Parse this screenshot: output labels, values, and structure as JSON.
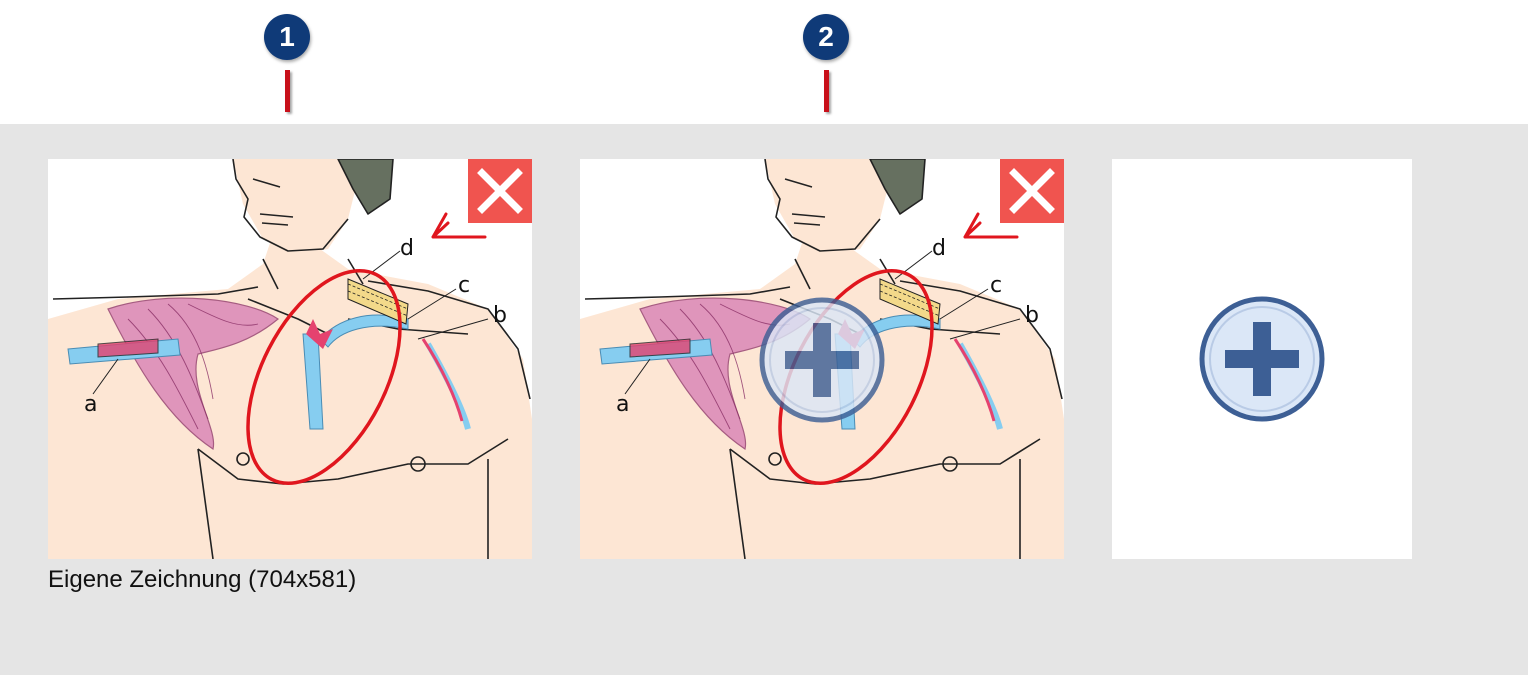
{
  "callouts": [
    {
      "number": "1"
    },
    {
      "number": "2"
    }
  ],
  "thumbnails": [
    {
      "icons": [
        "anatomy-drawing",
        "close-icon"
      ]
    },
    {
      "icons": [
        "anatomy-drawing",
        "close-icon",
        "plus-icon"
      ],
      "state": "hover"
    }
  ],
  "add_tile": {
    "icon": "plus-icon"
  },
  "drawing_labels": [
    "a",
    "b",
    "c",
    "d"
  ],
  "caption": "Eigene Zeichnung (704x581)",
  "colors": {
    "panel": "#e5e5e5",
    "callout_badge": "#0f3a78",
    "callout_stem": "#c8101a",
    "delete": "#f0544f",
    "plus_fill": "#3d5f95",
    "plus_ring_bg": "#dbe7f7",
    "highlight_ellipse": "#e0161e",
    "skin": "#fde6d4",
    "muscle": "#d57ab3",
    "vessel": "#86cdf0"
  }
}
